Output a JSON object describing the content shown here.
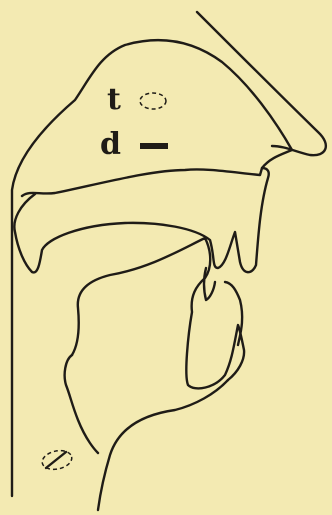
{
  "legend": [
    {
      "letter": "t",
      "marker": "dashed-oval"
    },
    {
      "letter": "d",
      "marker": "solid-bar"
    }
  ],
  "colors": {
    "paper": "#f3eab2",
    "ink": "#1f1c17"
  }
}
